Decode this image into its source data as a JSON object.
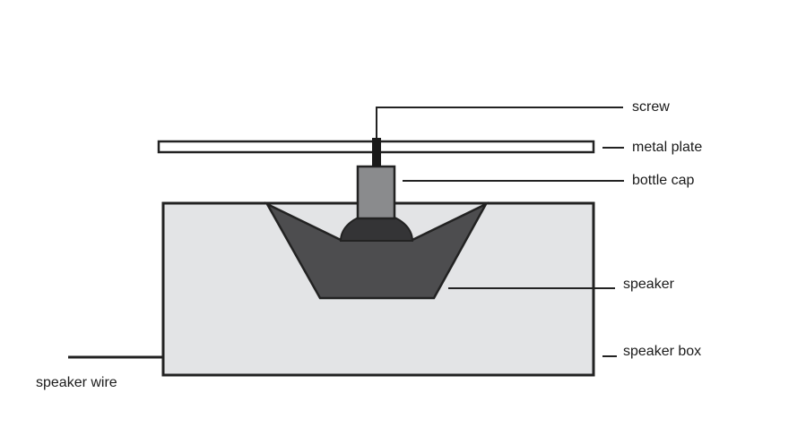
{
  "labels": {
    "screw": "screw",
    "metal_plate": "metal plate",
    "bottle_cap": "bottle cap",
    "speaker": "speaker",
    "speaker_box": "speaker box",
    "speaker_wire": "speaker wire"
  },
  "colors": {
    "outline": "#222222",
    "box_fill": "#e3e4e6",
    "speaker_fill": "#4d4d4f",
    "dome_fill": "#343436",
    "cap_fill": "#8a8b8d",
    "plate_fill": "#ffffff",
    "screw_fill": "#1a1a1a"
  }
}
